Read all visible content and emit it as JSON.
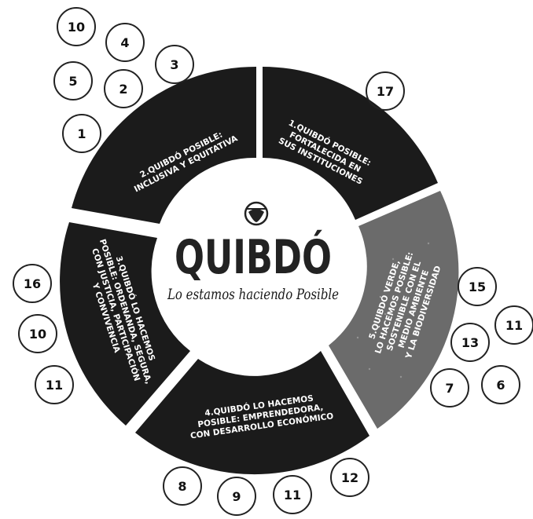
{
  "center": {
    "logo": "QUIBDÓ",
    "slogan": "Lo estamos haciendo Posible"
  },
  "colors": {
    "segment_dark": "#1b1b1b",
    "segment_green": "#6b6b6b",
    "circle_stroke": "#222222",
    "text_light": "#ffffff"
  },
  "segments": [
    {
      "id": "s1",
      "lines": [
        "1.QUIBDÓ POSIBLE:",
        "FORTALECIDA EN",
        "SUS INSTITUCIONES"
      ]
    },
    {
      "id": "s2",
      "lines": [
        "2.QUIBDÓ POSIBLE:",
        "INCLUSIVA Y EQUITATIVA"
      ]
    },
    {
      "id": "s3",
      "lines": [
        "3.QUIBDÓ LO HACEMOS",
        "POSIBLE: ORDENANDA, SEGURA,",
        "CON JUSTICIA, PARTICIPACIÓN",
        "Y CONVIVENCIA"
      ]
    },
    {
      "id": "s4",
      "lines": [
        "4.QUIBDÓ LO HACEMOS",
        "POSIBLE: EMPRENDEDORA,",
        "CON  DESARROLLO ECONÓMICO"
      ]
    },
    {
      "id": "s5",
      "lines": [
        "5.QUIBDÓ VERDE,",
        "LO HACEMOS POSIBLE:",
        "SOSTENIBLE CON EL",
        "MEDIO AMBIENTE",
        "Y LA BIODIVERSIDAD"
      ]
    }
  ],
  "numbers": [
    "10",
    "4",
    "3",
    "5",
    "2",
    "1",
    "17",
    "16",
    "10",
    "11",
    "15",
    "11",
    "13",
    "7",
    "6",
    "8",
    "9",
    "11",
    "12"
  ]
}
